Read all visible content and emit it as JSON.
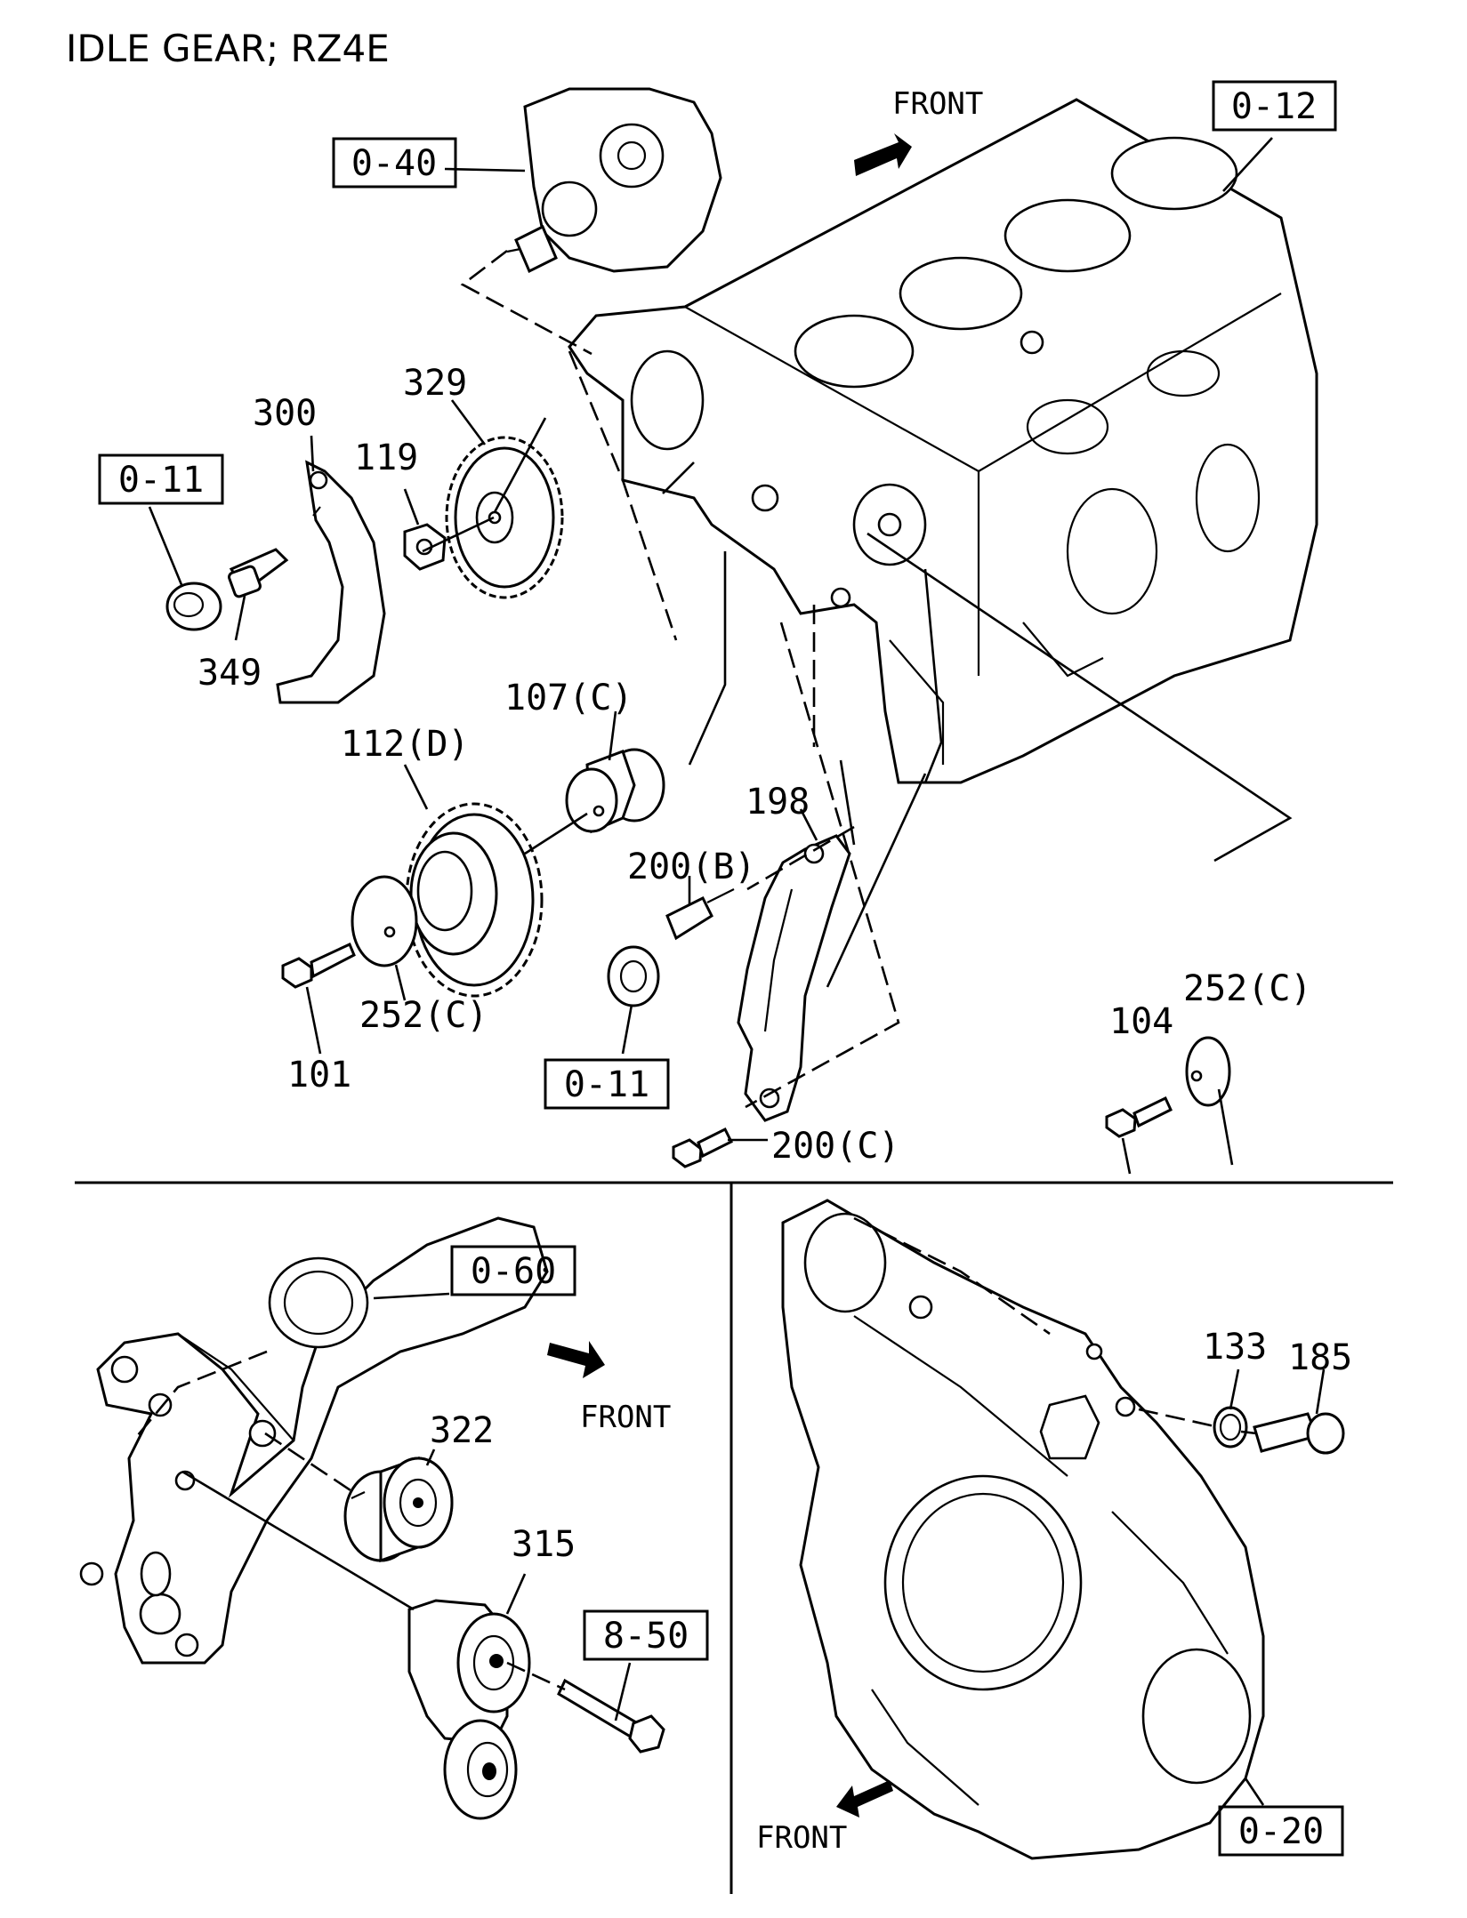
{
  "title": "IDLE GEAR; RZ4E",
  "direction_labels": {
    "top": "FRONT",
    "bottom_left": "FRONT",
    "bottom_right": "FRONT"
  },
  "reference_boxes": {
    "r040": "0-40",
    "r012": "0-12",
    "r011_top": "0-11",
    "r011_bottom": "0-11",
    "r060": "0-60",
    "r850": "8-50",
    "r020": "0-20"
  },
  "part_labels": {
    "p300": "300",
    "p329": "329",
    "p119": "119",
    "p349": "349",
    "p107c": "107(C)",
    "p112d": "112(D)",
    "p198": "198",
    "p200b": "200(B)",
    "p252c_left": "252(C)",
    "p101": "101",
    "p200c": "200(C)",
    "p104": "104",
    "p252c_right": "252(C)",
    "p322": "322",
    "p315": "315",
    "p133": "133",
    "p185": "185"
  }
}
